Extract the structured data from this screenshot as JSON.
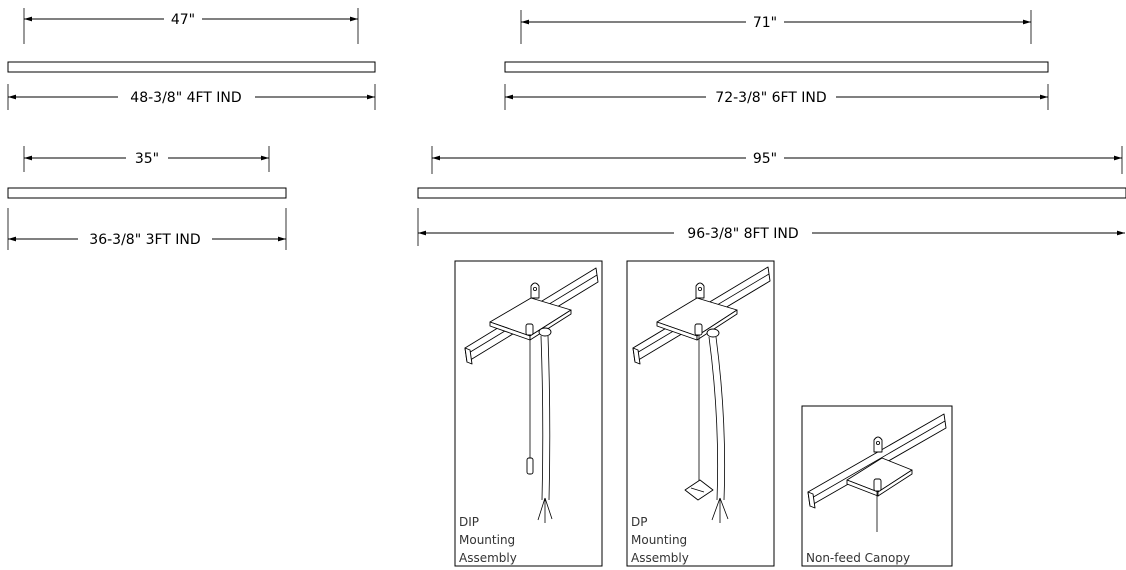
{
  "fixtures": [
    {
      "id": "4ft",
      "inner_label": "47\"",
      "outer_label": "48-3/8\" 4FT IND"
    },
    {
      "id": "6ft",
      "inner_label": "71\"",
      "outer_label": "72-3/8\" 6FT IND"
    },
    {
      "id": "3ft",
      "inner_label": "35\"",
      "outer_label": "36-3/8\" 3FT IND"
    },
    {
      "id": "8ft",
      "inner_label": "95\"",
      "outer_label": "96-3/8\" 8FT IND"
    }
  ],
  "assemblies": [
    {
      "id": "dip",
      "caption": [
        "DIP",
        "Mounting",
        "Assembly"
      ]
    },
    {
      "id": "dp",
      "caption": [
        "DP",
        "Mounting",
        "Assembly"
      ]
    },
    {
      "id": "canopy",
      "caption": [
        "Non-feed Canopy"
      ]
    }
  ]
}
